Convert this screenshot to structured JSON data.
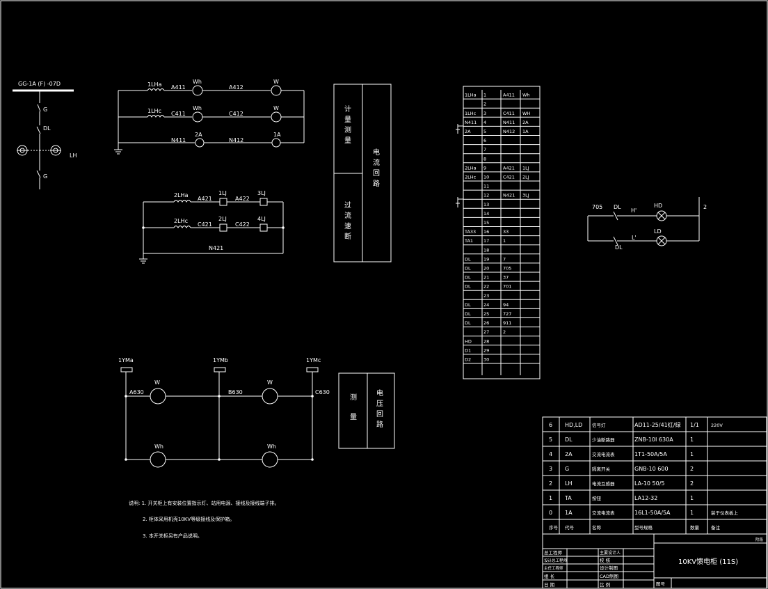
{
  "single_line": {
    "title": "GG-1A (F) -07D",
    "labels": [
      "G",
      "DL",
      "LH",
      "G"
    ]
  },
  "current_circuit_metering": {
    "rows": [
      {
        "ct": "1LHa",
        "wire1": "A411",
        "dev1": "Wh",
        "wire2": "A412",
        "dev2": "W"
      },
      {
        "ct": "1LHc",
        "wire1": "C411",
        "dev1": "Wh",
        "wire2": "C412",
        "dev2": "W"
      },
      {
        "ct": "",
        "wire1": "N411",
        "dev1": "2A",
        "wire2": "N412",
        "dev2": "1A"
      }
    ]
  },
  "current_circuit_protection": {
    "rows": [
      {
        "ct": "2LHa",
        "wire1": "A421",
        "relay1": "1LJ",
        "wire2": "A422",
        "relay2": "3LJ"
      },
      {
        "ct": "2LHc",
        "wire1": "C421",
        "relay1": "2LJ",
        "wire2": "C422",
        "relay2": "4LJ"
      }
    ],
    "neutral": "N421"
  },
  "current_box": {
    "left_top": "计量测量",
    "left_bottom": "过流速断",
    "right": "电流回路"
  },
  "voltage_circuit": {
    "buses": [
      "1YMa",
      "1YMb",
      "1YMc"
    ],
    "wires": [
      "A630",
      "B630",
      "C630"
    ],
    "meters_top": [
      "W",
      "W"
    ],
    "meters_bottom": [
      "Wh",
      "Wh"
    ]
  },
  "voltage_box": {
    "left": "测量",
    "right": "电压回路"
  },
  "terminal_strip": {
    "rows": [
      [
        "1LHa",
        "1",
        "A411",
        "Wh"
      ],
      [
        "",
        "2",
        "",
        ""
      ],
      [
        "1LHc",
        "3",
        "C411",
        "WH"
      ],
      [
        "N411",
        "4",
        "N411",
        "2A"
      ],
      [
        "2A",
        "5",
        "N412",
        "1A"
      ],
      [
        "",
        "6",
        "",
        ""
      ],
      [
        "",
        "7",
        "",
        ""
      ],
      [
        "",
        "8",
        "",
        ""
      ],
      [
        "2LHa",
        "9",
        "A421",
        "1LJ"
      ],
      [
        "2LHc",
        "10",
        "C421",
        "2LJ"
      ],
      [
        "",
        "11",
        "",
        ""
      ],
      [
        "",
        "12",
        "N421",
        "3LJ"
      ],
      [
        "",
        "13",
        "",
        ""
      ],
      [
        "",
        "14",
        "",
        ""
      ],
      [
        "",
        "15",
        "",
        ""
      ],
      [
        "TA33",
        "16",
        "33",
        ""
      ],
      [
        "TA1",
        "17",
        "1",
        ""
      ],
      [
        "",
        "18",
        "",
        ""
      ],
      [
        "DL",
        "19",
        "7",
        ""
      ],
      [
        "DL",
        "20",
        "705",
        ""
      ],
      [
        "DL",
        "21",
        "37",
        ""
      ],
      [
        "DL",
        "22",
        "701",
        ""
      ],
      [
        "",
        "23",
        "",
        ""
      ],
      [
        "DL",
        "24",
        "94",
        ""
      ],
      [
        "DL",
        "25",
        "727",
        ""
      ],
      [
        "DL",
        "26",
        "911",
        ""
      ],
      [
        "",
        "27",
        "2",
        ""
      ],
      [
        "HD",
        "28",
        "",
        ""
      ],
      [
        "D1",
        "29",
        "",
        ""
      ],
      [
        "D2",
        "30",
        "",
        ""
      ]
    ]
  },
  "signal_circuit": {
    "left": "705",
    "dl1": "DL",
    "h": "H'",
    "hd": "HD",
    "right": "2",
    "ld": "LD",
    "l": "L'",
    "dl2": "DL"
  },
  "notes": [
    "说明: 1. 开关柜上有安装位置指示灯、站用电源、接线及接线端子排。",
    "2. 柜体采用机壳10KV等级接线及保护箱。",
    "3. 本开关柜另有产品说明。"
  ],
  "bom": {
    "rows": [
      [
        "6",
        "HD,LD",
        "信号灯",
        "AD11-25/41红/绿",
        "1/1",
        "220V"
      ],
      [
        "5",
        "DL",
        "少油断路器",
        "ZNB-10I 630A",
        "1",
        ""
      ],
      [
        "4",
        "2A",
        "交流电流表",
        "1T1-50A/5A",
        "1",
        ""
      ],
      [
        "3",
        "G",
        "隔离开关",
        "GNB-10 600",
        "2",
        ""
      ],
      [
        "2",
        "LH",
        "电流互感器",
        "LA-10 50/5",
        "2",
        ""
      ],
      [
        "1",
        "TA",
        "按钮",
        "LA12-32",
        "1",
        ""
      ],
      [
        "0",
        "1A",
        "交流电流表",
        "16L1-50A/5A",
        "1",
        "装于仪表板上"
      ]
    ],
    "header": [
      "序号",
      "代号",
      "名称",
      "型号规格",
      "数量",
      "备注"
    ]
  },
  "title_block": {
    "left_rows": [
      "总工程师",
      "设计总工程师",
      "主任工程师",
      "组 长",
      "日 期"
    ],
    "mid_rows": [
      "主要设计人",
      "校 核",
      "设计制图",
      "CAD制图",
      "比 例"
    ],
    "title": "10KV馈电柜 (11S)",
    "drawing_no_label": "图号",
    "sheet_label": "阶段"
  }
}
